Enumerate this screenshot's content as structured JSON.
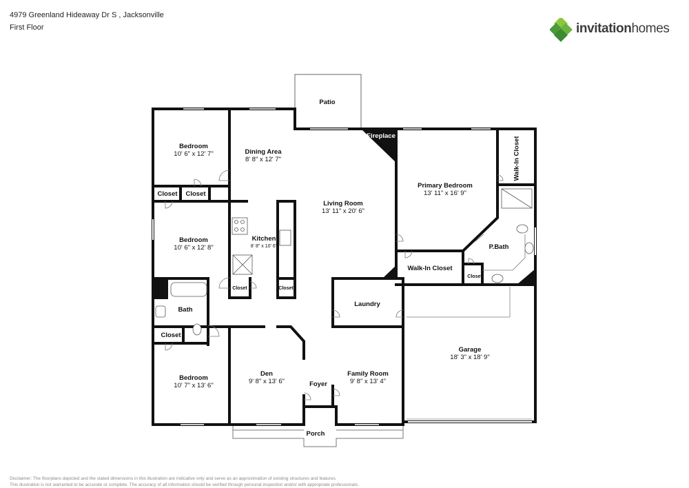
{
  "header": {
    "address": "4979 Greenland Hideaway Dr S , Jacksonville",
    "floor": "First Floor"
  },
  "brand": {
    "name_part1": "invitation",
    "name_part2": "homes",
    "colors": {
      "green_dark": "#4a9a3a",
      "green_light": "#8cc63e",
      "text": "#3c3c3c"
    }
  },
  "rooms": {
    "patio": {
      "name": "Patio"
    },
    "fireplace": {
      "name": "Fireplace"
    },
    "bedroom1": {
      "name": "Bedroom",
      "dims": "10' 6\" x 12' 7\""
    },
    "dining": {
      "name": "Dining Area",
      "dims": "8' 8\" x 12' 7\""
    },
    "living": {
      "name": "Living Room",
      "dims": "13' 11\" x 20' 6\""
    },
    "primary_bedroom": {
      "name": "Primary Bedroom",
      "dims": "13' 11\" x 16' 9\""
    },
    "walkin_closet_1": {
      "name": "Walk-In Closet"
    },
    "closet1": {
      "name": "Closet"
    },
    "closet2": {
      "name": "Closet"
    },
    "bedroom2": {
      "name": "Bedroom",
      "dims": "10' 6\" x 12' 8\""
    },
    "kitchen": {
      "name": "Kitchen",
      "dims": "8' 8\" x 10' 6\""
    },
    "pbath": {
      "name": "P.Bath"
    },
    "walkin_closet_2": {
      "name": "Walk-In Closet"
    },
    "closet3": {
      "name": "Closet"
    },
    "closet4": {
      "name": "Closet"
    },
    "closet5": {
      "name": "Closet"
    },
    "laundry": {
      "name": "Laundry"
    },
    "bath": {
      "name": "Bath"
    },
    "closet6": {
      "name": "Closet"
    },
    "garage": {
      "name": "Garage",
      "dims": "18' 3\" x 18' 9\""
    },
    "den": {
      "name": "Den",
      "dims": "9' 8\" x 13' 6\""
    },
    "family": {
      "name": "Family Room",
      "dims": "9' 8\" x 13' 4\""
    },
    "foyer": {
      "name": "Foyer"
    },
    "bedroom3": {
      "name": "Bedroom",
      "dims": "10' 7\" x 13' 6\""
    },
    "porch": {
      "name": "Porch"
    }
  },
  "disclaimer": {
    "line1": "Disclaimer: The floorplans depicted and the stated dimensions in this illustration are indicative only and serve as an approximation of existing structures and features.",
    "line2": "This illustration is not warranted to be accurate or complete. The accuracy of all information should be verified through personal inspection and/or with appropriate professionals."
  }
}
